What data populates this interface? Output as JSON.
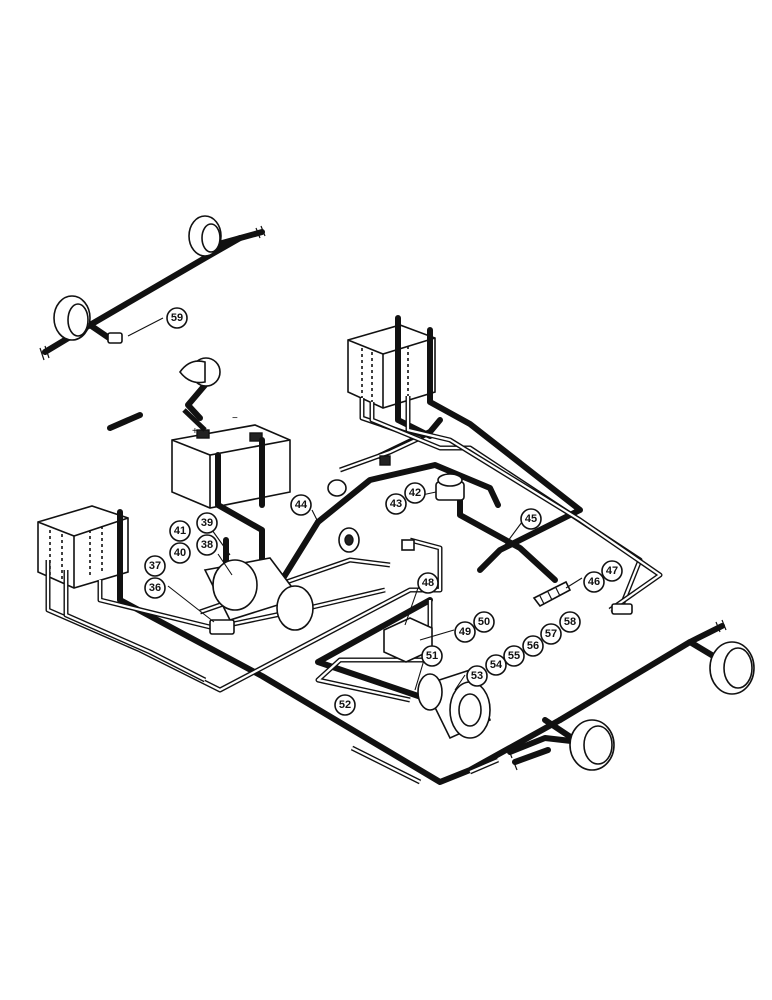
{
  "callouts": [
    {
      "id": "c59",
      "label": "59"
    },
    {
      "id": "c41",
      "label": "41"
    },
    {
      "id": "c39",
      "label": "39"
    },
    {
      "id": "c40",
      "label": "40"
    },
    {
      "id": "c38",
      "label": "38"
    },
    {
      "id": "c37",
      "label": "37"
    },
    {
      "id": "c36",
      "label": "36"
    },
    {
      "id": "c44",
      "label": "44"
    },
    {
      "id": "c43",
      "label": "43"
    },
    {
      "id": "c42",
      "label": "42"
    },
    {
      "id": "c45",
      "label": "45"
    },
    {
      "id": "c46",
      "label": "46"
    },
    {
      "id": "c47",
      "label": "47"
    },
    {
      "id": "c48",
      "label": "48"
    },
    {
      "id": "c49",
      "label": "49"
    },
    {
      "id": "c50",
      "label": "50"
    },
    {
      "id": "c51",
      "label": "51"
    },
    {
      "id": "c52",
      "label": "52"
    },
    {
      "id": "c53",
      "label": "53"
    },
    {
      "id": "c54",
      "label": "54"
    },
    {
      "id": "c55",
      "label": "55"
    },
    {
      "id": "c56",
      "label": "56"
    },
    {
      "id": "c57",
      "label": "57"
    },
    {
      "id": "c58",
      "label": "58"
    }
  ],
  "battery_terminals": {
    "positive": "+",
    "negative": "−"
  }
}
